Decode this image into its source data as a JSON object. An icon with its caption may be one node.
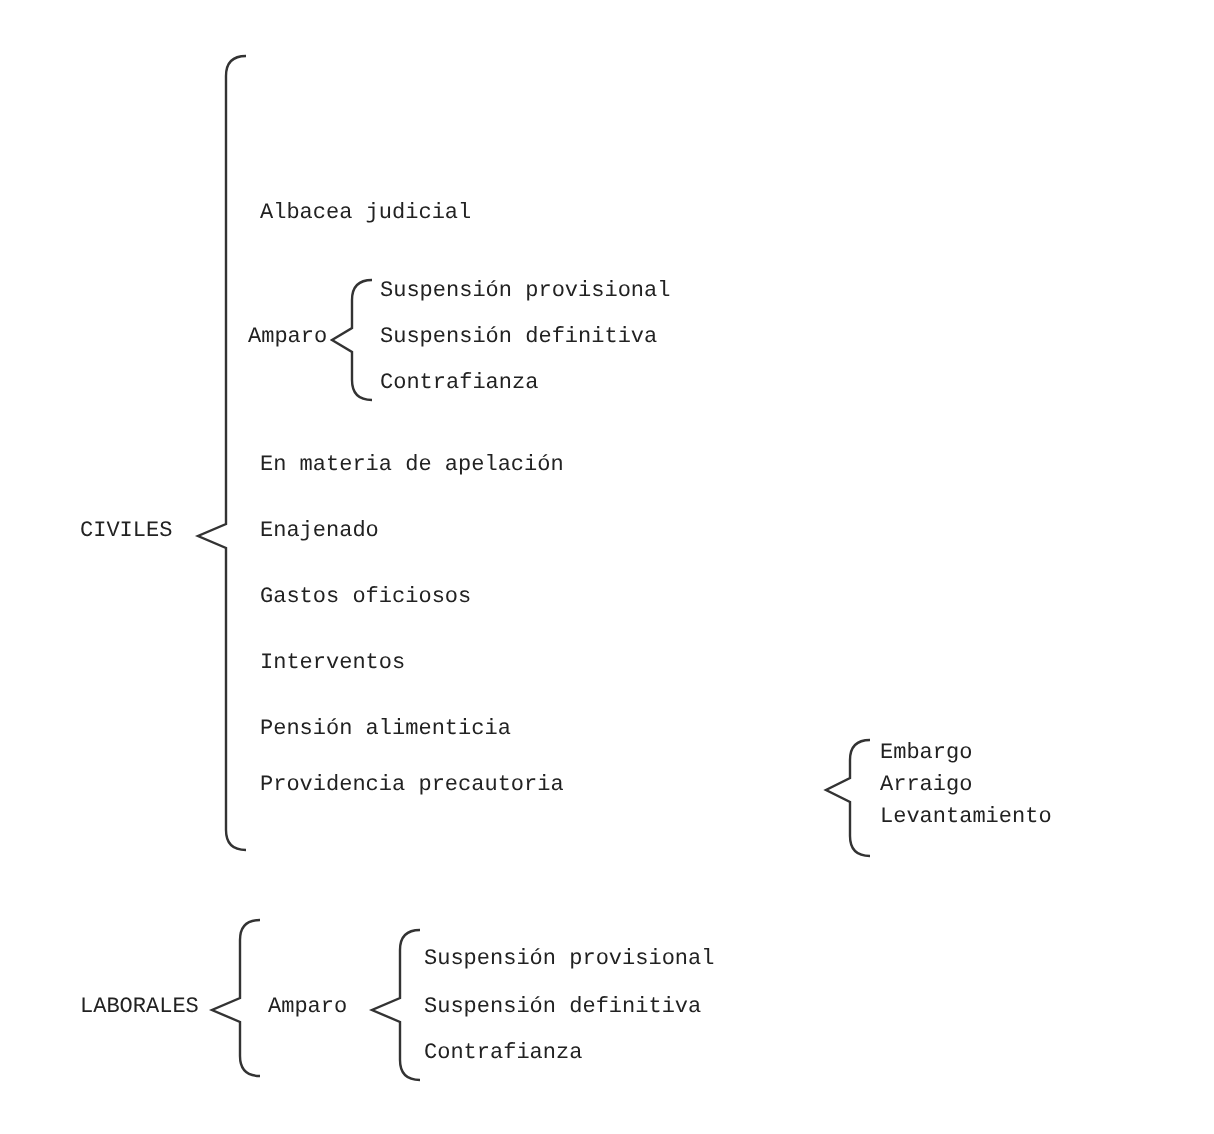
{
  "diagram": {
    "labels": [
      "Albacea judicial",
      "Suspensión provisional",
      "Amparo",
      "Suspensión definitiva",
      "Contrafianza",
      "En materia de apelación",
      "CIVILES",
      "Enajenado",
      "Gastos oficiosos",
      "Interventos",
      "Pensión alimenticia",
      "Embargo",
      "Providencia precautoria",
      "Arraigo",
      "Levantamiento",
      "Suspensión provisional",
      "LABORALES",
      "Amparo",
      "Suspensión definitiva",
      "Contrafianza"
    ]
  }
}
